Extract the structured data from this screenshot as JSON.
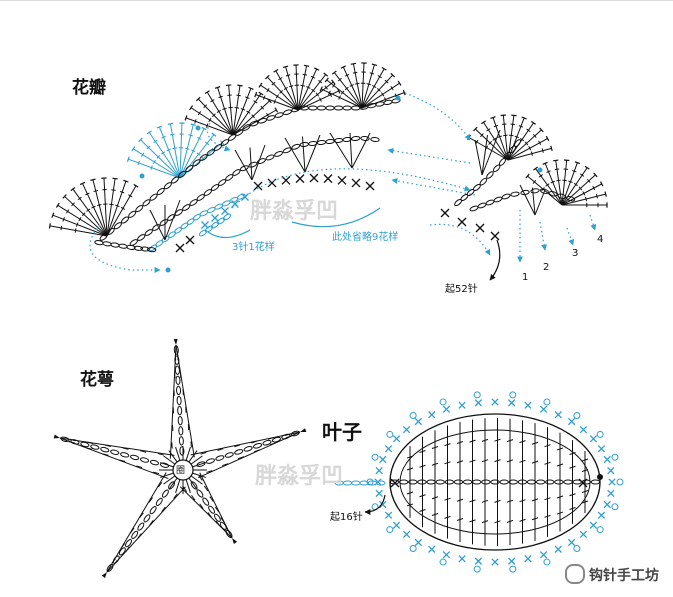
{
  "title_petal": "花瓣",
  "title_calyx": "花萼",
  "title_leaf": "叶子",
  "note_repeat": "3针1花样",
  "note_omit": "此处省略9花样",
  "start_52": "起52针",
  "start_16": "起16针",
  "row_numbers": [
    "1",
    "2",
    "3",
    "4"
  ],
  "center_mark": "圈",
  "watermark": "胖淼孚凹",
  "logo_text": "钩针手工坊",
  "colors": {
    "ink": "#111111",
    "accent": "#2f9fd0"
  }
}
